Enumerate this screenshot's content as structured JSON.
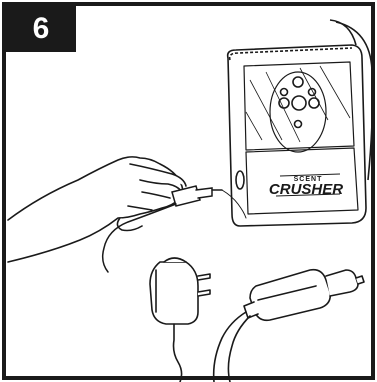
{
  "step": {
    "number": "6"
  },
  "device": {
    "brand_top": "SCENT",
    "brand_main": "CRUSHER"
  },
  "colors": {
    "line": "#1a1a1a",
    "step_bg": "#1a1a1a",
    "step_text": "#ffffff",
    "background": "#ffffff"
  },
  "icons": [
    "hand-icon",
    "power-plug-icon",
    "wall-adapter-icon",
    "car-charger-icon",
    "scent-crusher-device-icon"
  ]
}
